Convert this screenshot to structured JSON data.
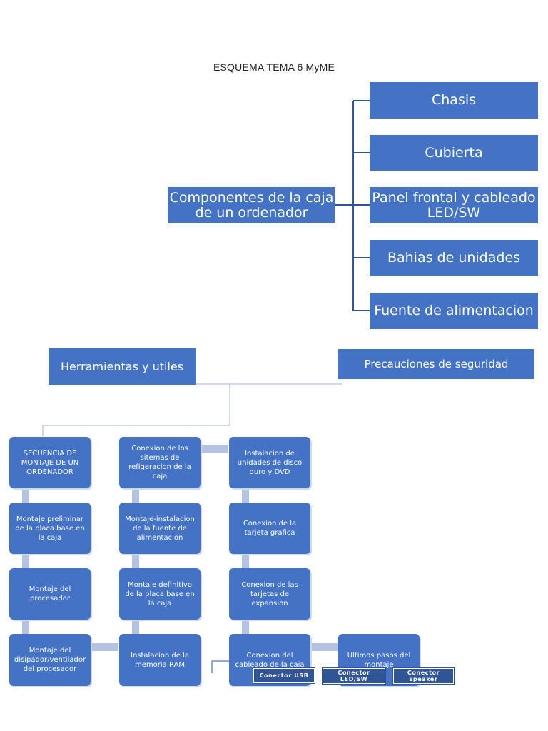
{
  "title": "ESQUEMA TEMA 6 MyME",
  "top_tree": {
    "root": "Componentes de la caja de un ordenador",
    "children": [
      "Chasis",
      "Cubierta",
      "Panel frontal y cableado LED/SW",
      "Bahias de unidades",
      "Fuente de alimentacion"
    ]
  },
  "side_boxes": {
    "tools": "Herramientas y utiles",
    "safety": "Precauciones de seguridad"
  },
  "sequence": {
    "col1": [
      "SECUENCIA DE MONTAJE DE UN ORDENADOR",
      "Montaje preliminar de la placa base en la caja",
      "Montaje del procesador",
      "Montaje del disipador/ventilador del procesador"
    ],
    "col2": [
      "Conexion de los sitemas de refigeracion de la caja",
      "Montaje-instalacion de la fuente de alimentacion",
      "Montaje definitivo de la placa base en la caja",
      "Instalacion de la memoria RAM"
    ],
    "col3": [
      "Instalacion de unidades de disco duro y DVD",
      "Conexion de la tarjeta grafica",
      "Conexion de las tarjetas de expansion",
      "Conexion del cableado de la caja"
    ],
    "last": "Ultimos pasos del montaje"
  },
  "connectors": [
    "Conector USB",
    "Conector LED/SW",
    "Conector speaker"
  ],
  "colors": {
    "box": "#4472c4",
    "connector_bar": "#b4c3e2",
    "tree_line": "#2f5597"
  }
}
